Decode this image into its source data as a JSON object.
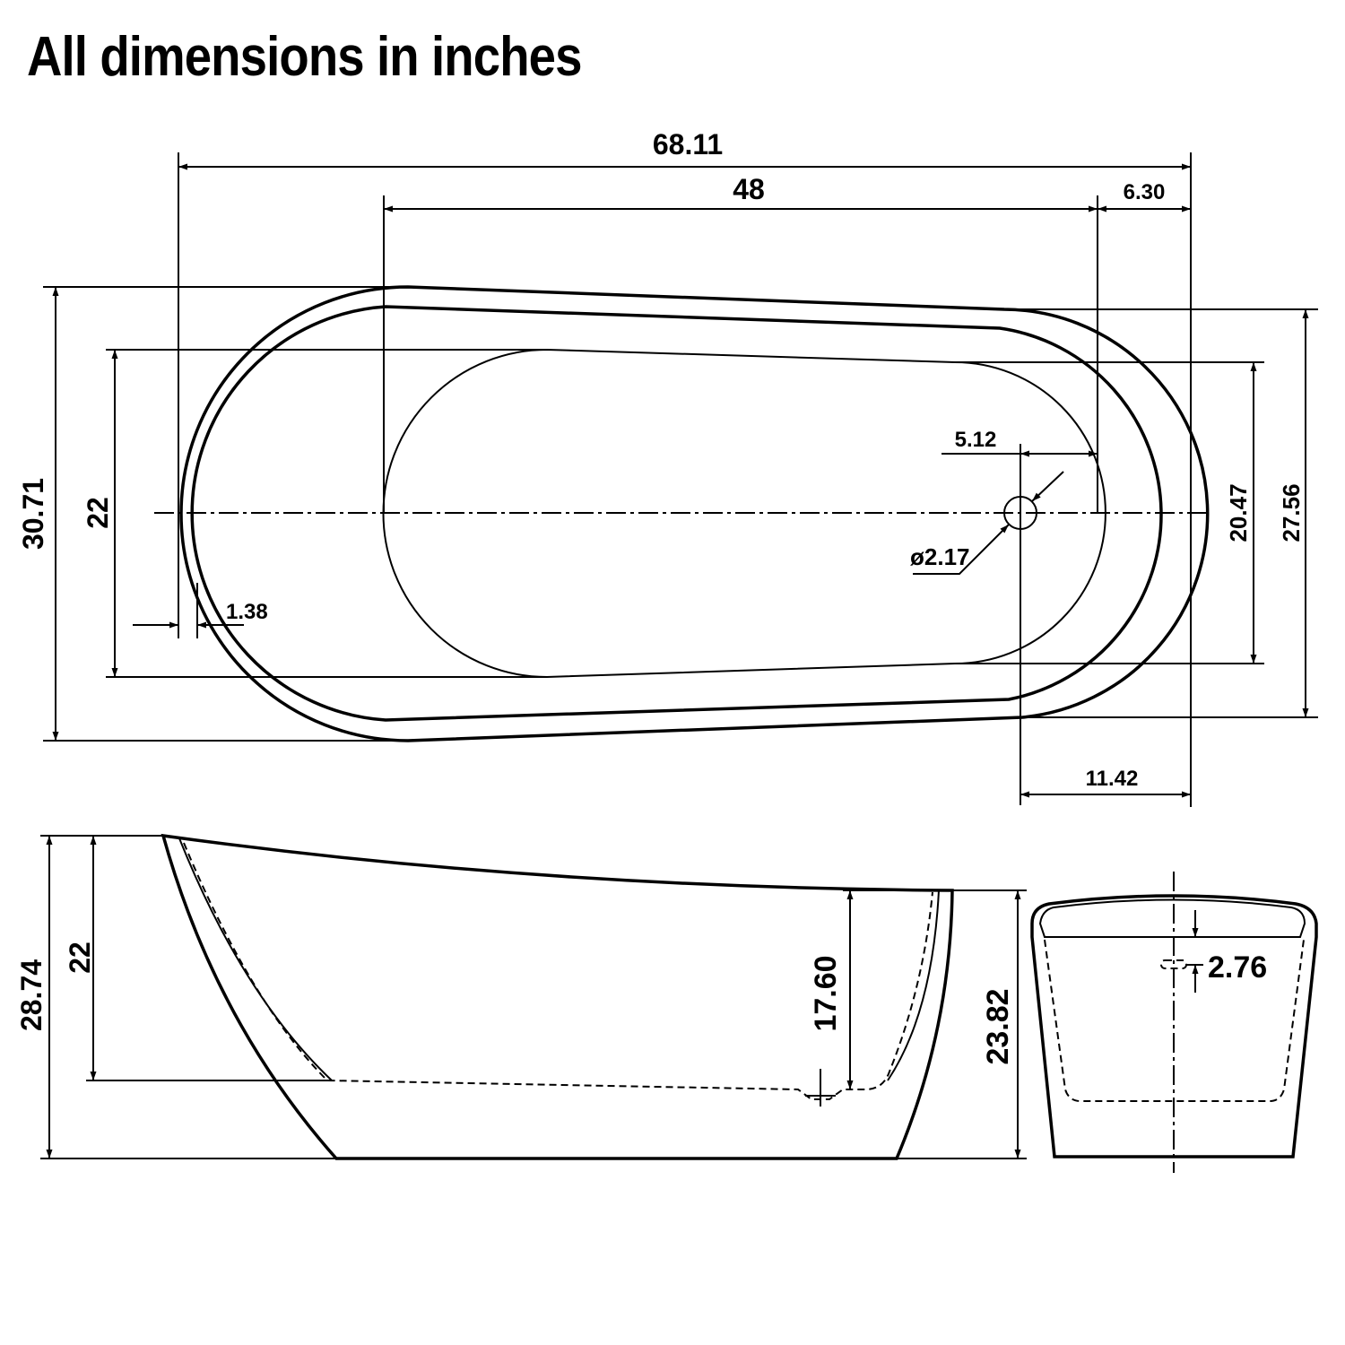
{
  "title": "All dimensions in inches",
  "top_view": {
    "overall_length": "68.11",
    "basin_length": "48",
    "right_offset": "6.30",
    "overall_width": "30.71",
    "basin_width": "22",
    "right_basin_width": "20.47",
    "right_width": "27.56",
    "drain_offset": "5.12",
    "drain_diameter": "ø2.17",
    "rim_thickness": "1.38",
    "drain_to_end": "11.42"
  },
  "side_view": {
    "overall_height": "28.74",
    "basin_depth": "22",
    "low_end_depth": "17.60",
    "low_end_height": "23.82"
  },
  "end_view": {
    "overflow_height": "2.76"
  }
}
